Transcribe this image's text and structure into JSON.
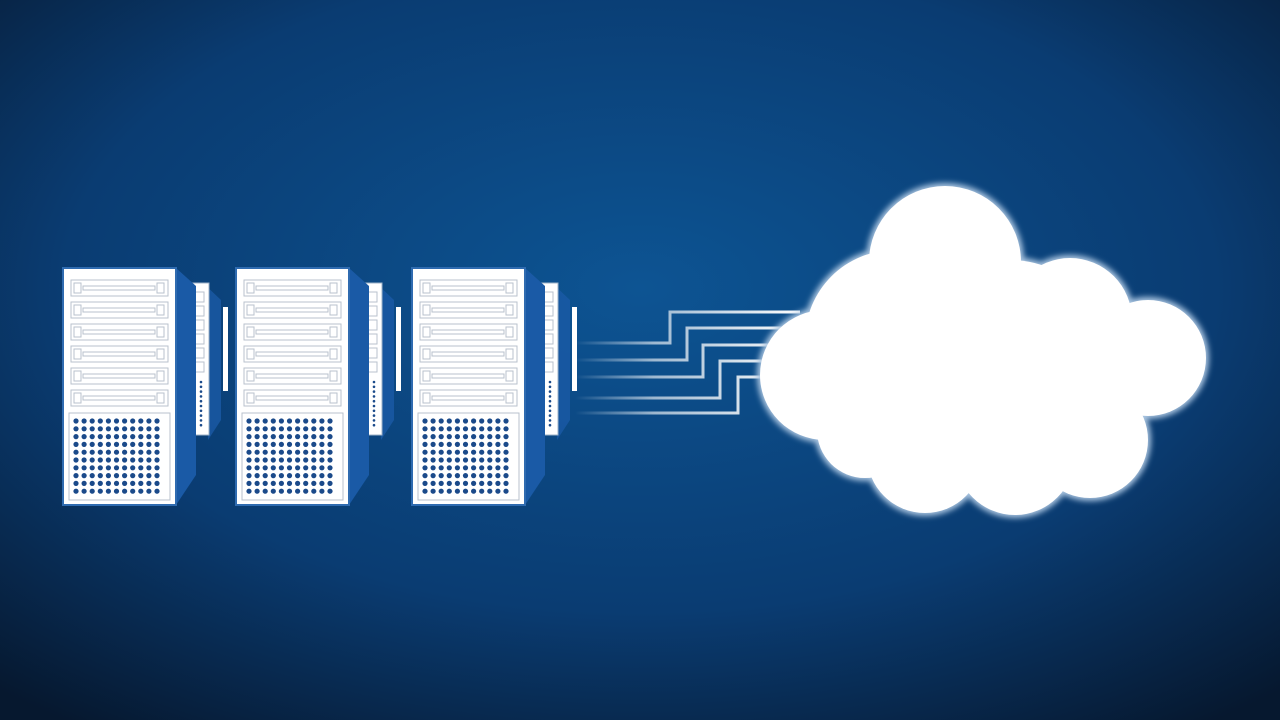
{
  "colors": {
    "background_center": "#0d5493",
    "background_edge": "#06182f",
    "server_face": "#ffffff",
    "server_side": "#1a5aa6",
    "server_dots": "#1b4a8a",
    "bay_outline": "#b9c2cc",
    "cloud": "#ffffff",
    "cloud_edge": "#a9c4e0"
  },
  "servers": [
    {
      "id": "server-1"
    },
    {
      "id": "server-2"
    },
    {
      "id": "server-3"
    }
  ],
  "connection_lines": 5,
  "icons": [
    "server-rack-icon",
    "cloud-icon"
  ]
}
